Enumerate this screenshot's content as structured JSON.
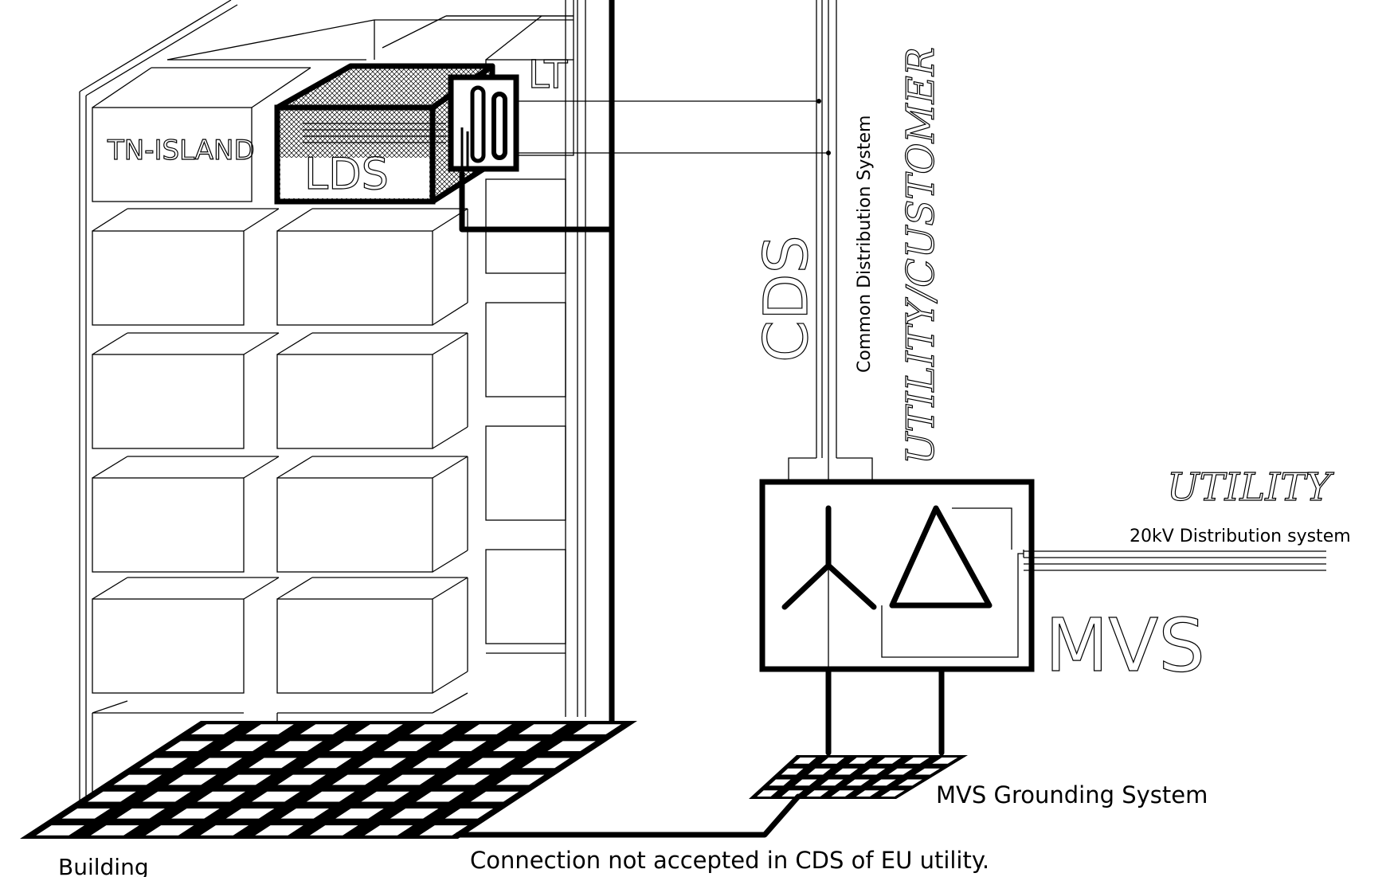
{
  "labels": {
    "tn_island": "TN-ISLAND",
    "lds": "LDS",
    "lt": "LT",
    "cds": "CDS",
    "common_distribution_system": "Common Distribution System",
    "utility_customer": "UTILITY/CUSTOMER",
    "utility": "UTILITY",
    "distribution_20kv": "20kV Distribution system",
    "mvs": "MVS",
    "mvs_grounding": "MVS Grounding System",
    "building": "Building",
    "connection_note": "Connection not accepted in CDS of EU utility."
  },
  "colors": {
    "line": "#000000",
    "background": "#ffffff"
  }
}
